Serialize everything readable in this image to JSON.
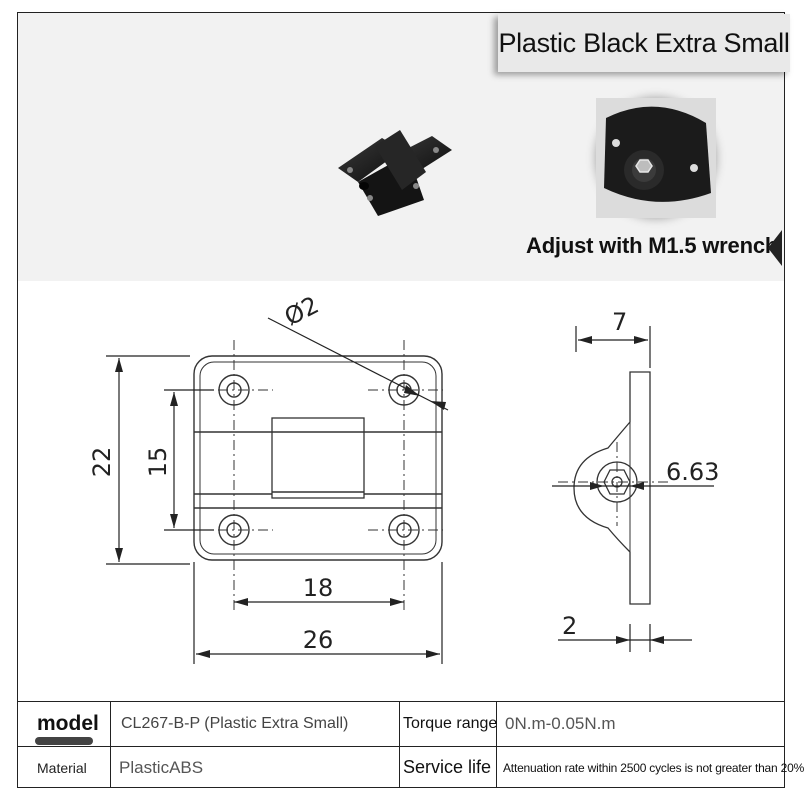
{
  "header": {
    "title": "Plastic Black Extra Small",
    "caption": "Adjust with M1.5 wrench"
  },
  "drawing": {
    "dims": {
      "hole_dia": "Ø2",
      "height_total": "22",
      "height_holes": "15",
      "width_holes": "18",
      "width_total": "26",
      "side_thickness": "7",
      "hex_size": "6.63",
      "plate_thickness": "2"
    }
  },
  "specs": {
    "model_label": "model",
    "model_value": "CL267-B-P (Plastic Extra Small)",
    "torque_label": "Torque range",
    "torque_value": "0N.m-0.05N.m",
    "material_label": "Material",
    "material_value": "PlasticABS",
    "service_label": "Service life",
    "service_value": "Attenuation rate within 2500 cycles is not greater than 20%"
  },
  "colors": {
    "hinge": "#1a1a1a",
    "band": "#f2f2f2",
    "line": "#222222"
  }
}
